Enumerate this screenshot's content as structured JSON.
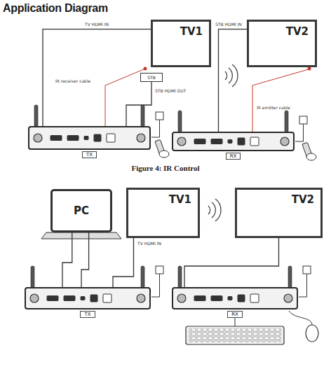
{
  "diagram": {
    "title": "Application Diagram",
    "caption": "Figure 4: IR Control",
    "nodes": [
      {
        "text": [
          "TV1"
        ]
      },
      {
        "text": [
          "TV2"
        ]
      },
      {
        "text": [
          "STB"
        ]
      },
      {
        "text": [
          "TX"
        ]
      },
      {
        "text": [
          "RX"
        ]
      },
      {
        "text": [
          "PC"
        ]
      },
      {
        "text": [
          "TV1"
        ]
      },
      {
        "text": [
          "TV2"
        ]
      },
      {
        "text": [
          "TX"
        ]
      },
      {
        "text": [
          "RX"
        ]
      }
    ],
    "edges": [
      {
        "from": 3,
        "to": 0,
        "arrow": "none"
      },
      {
        "from": 2,
        "to": 3,
        "arrow": "none"
      },
      {
        "from": 4,
        "to": 1,
        "arrow": "none"
      },
      {
        "from": 5,
        "to": 8,
        "arrow": "none"
      },
      {
        "from": 5,
        "to": 8,
        "arrow": "none"
      },
      {
        "from": 6,
        "to": 8,
        "arrow": "none"
      },
      {
        "from": 9,
        "to": 7,
        "arrow": "none"
      }
    ],
    "labels": [
      "TV HDMI IN",
      "STB HDMI OUT",
      "IR receiver cable",
      "STB HDMI IN",
      "IR emitter cable",
      "TV HDMI IN"
    ]
  }
}
